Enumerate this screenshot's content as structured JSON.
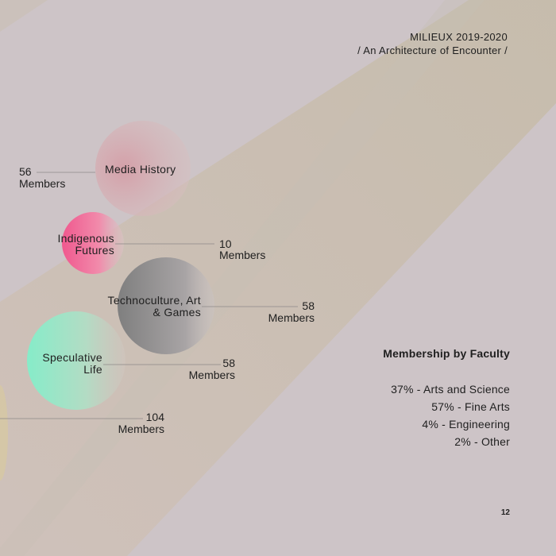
{
  "header": {
    "line1": "MILIEUX 2019-2020",
    "line2": "/ An Architecture of Encounter /"
  },
  "clusters": [
    {
      "name_lines": [
        "Media History"
      ],
      "count": "56",
      "unit": "Members",
      "color": "#d7a9b0"
    },
    {
      "name_lines": [
        "Indigenous",
        "Futures"
      ],
      "count": "10",
      "unit": "Members",
      "color": "#f06a98"
    },
    {
      "name_lines": [
        "Technoculture, Art",
        "& Games"
      ],
      "count": "58",
      "unit": "Members",
      "color": "#8f8f8f"
    },
    {
      "name_lines": [
        "Speculative",
        "Life"
      ],
      "count": "58",
      "unit": "Members",
      "color": "#8ee8c8"
    },
    {
      "name_lines": [],
      "count": "104",
      "unit": "Members",
      "color": "#d9c9a0"
    }
  ],
  "faculty": {
    "title": "Membership by Faculty",
    "items": [
      "37% - Arts and Science",
      "57% - Fine Arts",
      "4% - Engineering",
      "2% - Other"
    ]
  },
  "page_number": "12"
}
